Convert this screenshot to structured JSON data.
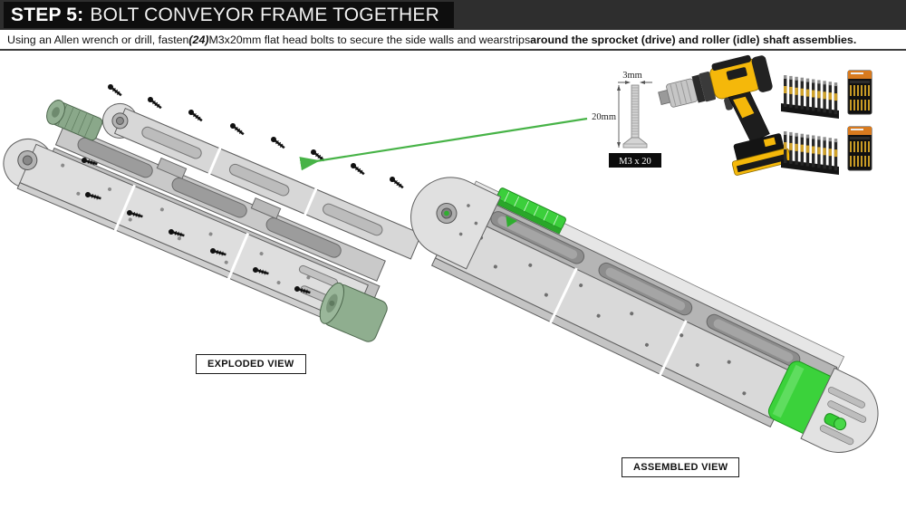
{
  "header": {
    "step_label": "STEP 5:",
    "title": "BOLT CONVEYOR FRAME TOGETHER",
    "bar_color": "#2e2e2e",
    "box_color": "#0e0e0e",
    "text_color": "#ffffff"
  },
  "instruction": {
    "lead": "Using an Allen wrench or drill, fasten ",
    "quantity": "(24)",
    "middle": " M3x20mm flat head bolts to secure the side walls and wearstrips ",
    "emphasis": "around the sprocket (drive) and roller (idle) shaft assemblies."
  },
  "bolt_callout": {
    "diameter_label": "3mm",
    "length_label": "20mm",
    "part_label": "M3 x 20"
  },
  "views": {
    "exploded": {
      "label": "EXPLODED VIEW"
    },
    "assembled": {
      "label": "ASSEMBLED VIEW"
    }
  },
  "tools": {
    "drill_icon": "cordless-drill",
    "bit_set_icon": "impact-driver-bit-set",
    "bolt_icon": "m3x20-flat-head-bolt"
  },
  "colors": {
    "arrow_green": "#47b347",
    "bright_green": "#3bd23b",
    "sage_green": "#8aa88a",
    "drill_yellow": "#f5b80a",
    "plate_gray": "#d9d9d9",
    "slot_gray": "#8d8d8d"
  }
}
